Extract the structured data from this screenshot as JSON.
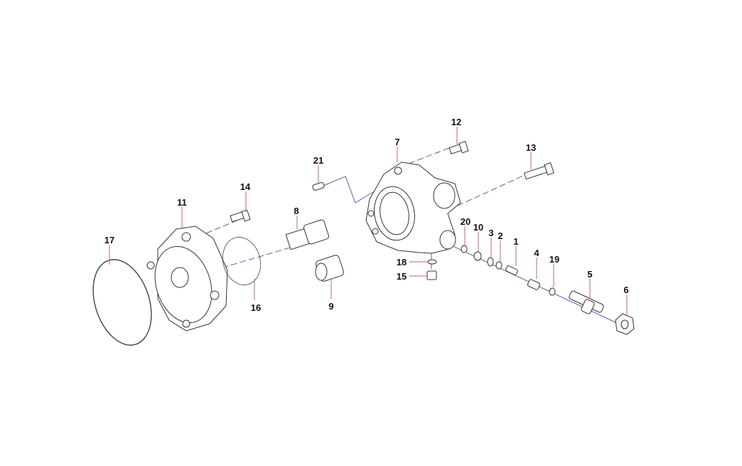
{
  "diagram": {
    "callouts": {
      "p1": "1",
      "p2": "2",
      "p3": "3",
      "p4": "4",
      "p5": "5",
      "p6": "6",
      "p7": "7",
      "p8": "8",
      "p9": "9",
      "p10": "10",
      "p11": "11",
      "p12": "12",
      "p13": "13",
      "p14": "14",
      "p15": "15",
      "p16": "16",
      "p17": "17",
      "p18": "18",
      "p19": "19",
      "p20": "20",
      "p21": "21"
    },
    "colors": {
      "leader": "#c9617a",
      "axis": "#5a5fb0",
      "line": "#333333"
    }
  }
}
